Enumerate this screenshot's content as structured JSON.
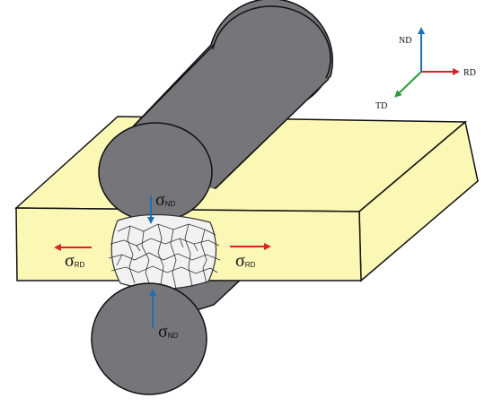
{
  "axes": {
    "nd": "ND",
    "rd": "RD",
    "td": "TD",
    "colors": {
      "nd": "#1f6fb4",
      "rd": "#d8232a",
      "td": "#2a9a3a"
    }
  },
  "stress": {
    "symbol": "σ",
    "top_sub": "ND",
    "bottom_sub": "ND",
    "left_sub": "RD",
    "right_sub": "RD"
  },
  "colors": {
    "slab": "#fbf7b4",
    "roller": "#76767a",
    "grain_fill": "#f2f2f2",
    "grain_line": "#333333",
    "arrow_red": "#d8232a",
    "arrow_blue": "#1f6fb4"
  }
}
